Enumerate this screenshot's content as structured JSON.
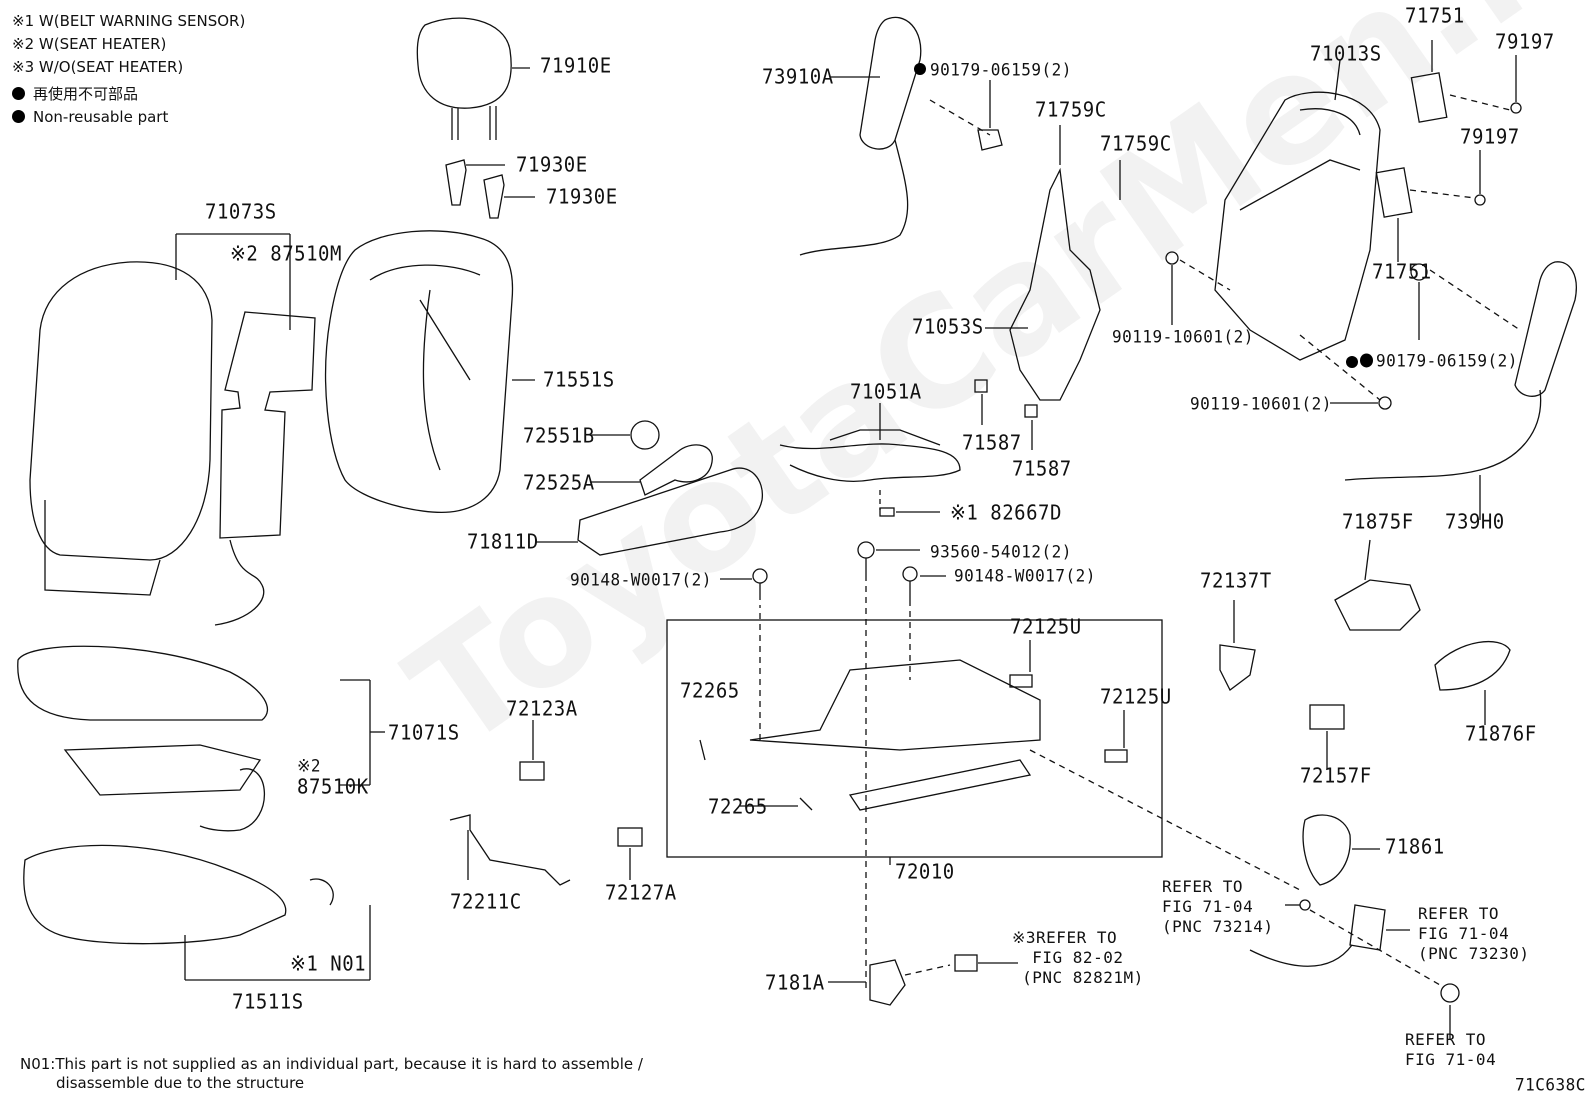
{
  "legend": {
    "notes": [
      "※1 W(BELT WARNING SENSOR)",
      "※2 W(SEAT HEATER)",
      "※3 W/O(SEAT HEATER)"
    ],
    "non_reusable_jp": "再使用不可部品",
    "non_reusable_en": "Non-reusable part"
  },
  "watermark": "ToyotaCarMen.ru",
  "footnote": {
    "line1": "N01:This part is not supplied as an individual part, because it is hard to assemble /",
    "line2": "disassemble due to the structure"
  },
  "figure_code": "71C638C",
  "labels": {
    "p71910E": "71910E",
    "p71930E_a": "71930E",
    "p71930E_b": "71930E",
    "p71073S": "71073S",
    "p87510M": "※2 87510M",
    "p71551S": "71551S",
    "p72551B": "72551B",
    "p72525A": "72525A",
    "p71811D": "71811D",
    "p90148_a": "90148-W0017(2)",
    "p90148_b": "90148-W0017(2)",
    "p93560": "93560-54012(2)",
    "p82667D": "※1 82667D",
    "p71051A": "71051A",
    "p73910A": "73910A",
    "p90179_a": "90179-06159(2)",
    "p71759C_a": "71759C",
    "p71759C_b": "71759C",
    "p71053S": "71053S",
    "p71587_a": "71587",
    "p71587_b": "71587",
    "p71013S": "71013S",
    "p71751_a": "71751",
    "p79197_a": "79197",
    "p79197_b": "79197",
    "p71751_b": "71751",
    "p90119_a": "90119-10601(2)",
    "p90179_b": "90179-06159(2)",
    "p90119_b": "90119-10601(2)",
    "p739H0": "739H0",
    "p71875F": "71875F",
    "p72137T": "72137T",
    "p72125U_a": "72125U",
    "p72125U_b": "72125U",
    "p72265_a": "72265",
    "p72265_b": "72265",
    "p72010": "72010",
    "p72123A": "72123A",
    "p72211C": "72211C",
    "p72127A": "72127A",
    "p71071S": "71071S",
    "p87510K_note": "※2",
    "p87510K": "87510K",
    "pN01": "※1 N01",
    "p71511S": "71511S",
    "p7181A": "7181A",
    "p72157F": "72157F",
    "p71876F": "71876F",
    "p71861": "71861"
  },
  "refs": {
    "ref_82": "※3REFER TO\n  FIG 82-02\n (PNC 82821M)",
    "ref_73214": "REFER TO\nFIG 71-04\n(PNC 73214)",
    "ref_73230": "REFER TO\nFIG 71-04\n(PNC 73230)",
    "ref_7104": "REFER TO\nFIG 71-04"
  }
}
